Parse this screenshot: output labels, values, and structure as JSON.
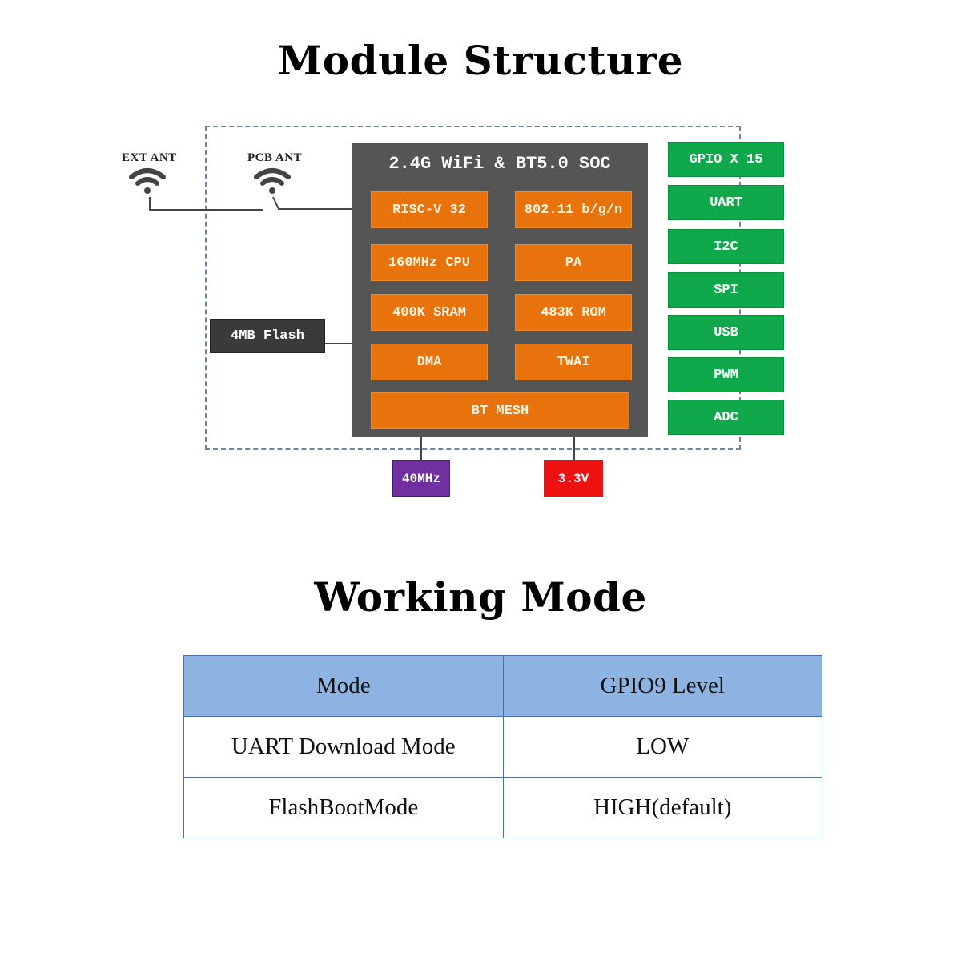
{
  "titles": {
    "module_structure": "Module Structure",
    "working_mode": "Working Mode"
  },
  "antennas": [
    {
      "label": "EXT ANT",
      "icon": "wifi-icon"
    },
    {
      "label": "PCB ANT",
      "icon": "wifi-icon"
    }
  ],
  "soc": {
    "title": "2.4G WiFi & BT5.0 SOC",
    "blocks": [
      "RISC-V 32",
      "802.11 b/g/n",
      "160MHz CPU",
      "PA",
      "400K SRAM",
      "483K ROM",
      "DMA",
      "TWAI",
      "BT MESH"
    ]
  },
  "flash": "4MB Flash",
  "peripherals": [
    "GPIO X 15",
    "UART",
    "I2C",
    "SPI",
    "USB",
    "PWM",
    "ADC"
  ],
  "clock": "40MHz",
  "power": "3.3V",
  "colors": {
    "soc_bg": "#555555",
    "block": "#e8720c",
    "peripheral": "#0fa84a",
    "flash": "#3a3a3a",
    "clock": "#7030a0",
    "power": "#ee1111",
    "table_header": "#8db3e2"
  },
  "working_mode_table": {
    "headers": [
      "Mode",
      "GPIO9 Level"
    ],
    "rows": [
      [
        "UART Download Mode",
        "LOW"
      ],
      [
        "FlashBootMode",
        "HIGH(default)"
      ]
    ]
  }
}
